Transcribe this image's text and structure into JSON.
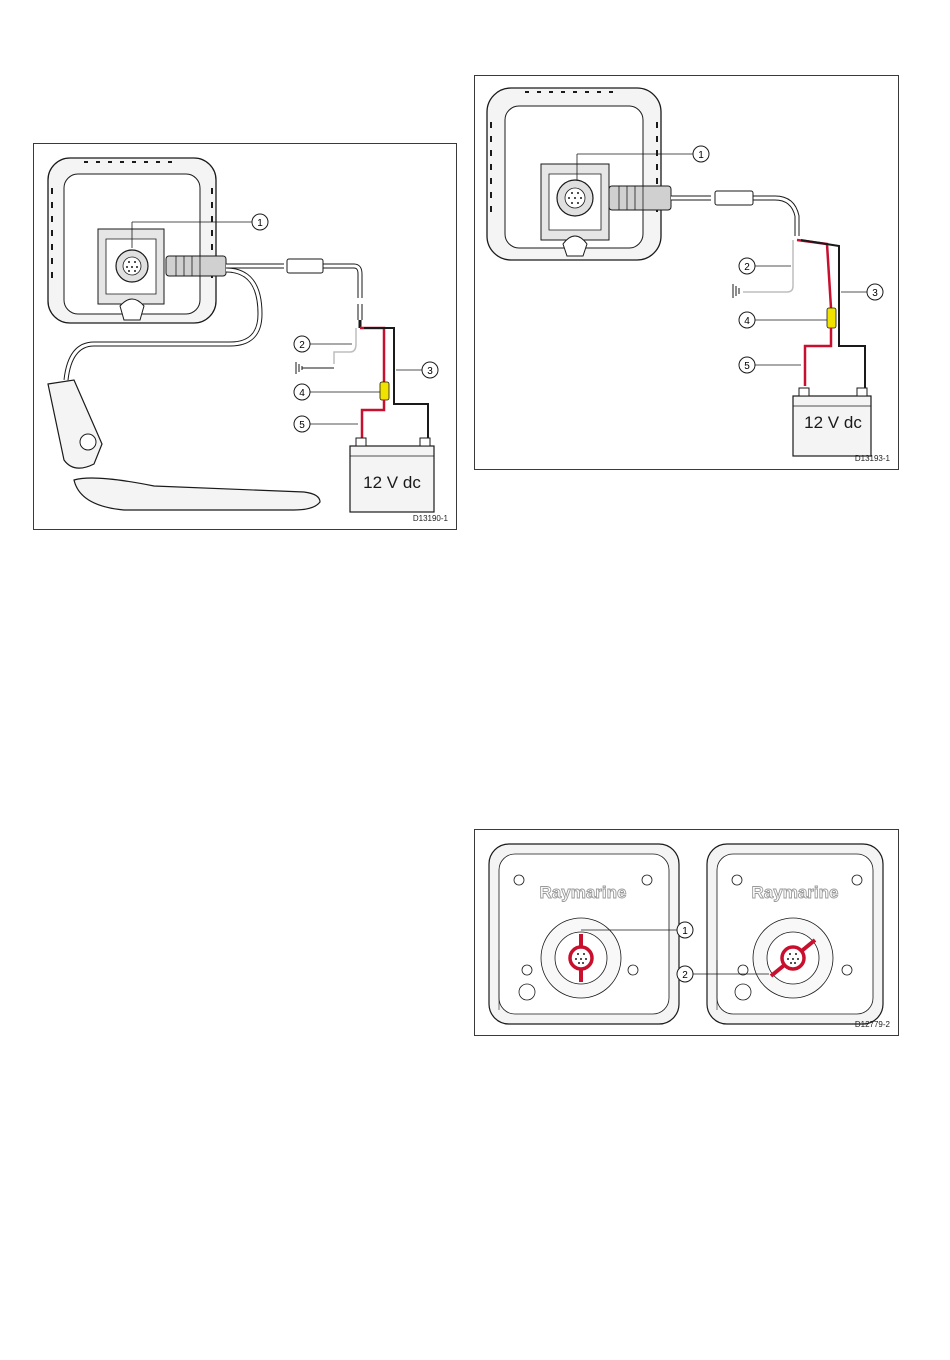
{
  "figures": [
    {
      "id": "D13190-1",
      "battery_label": "12 V dc",
      "callouts": [
        "1",
        "2",
        "3",
        "4",
        "5"
      ]
    },
    {
      "id": "D13193-1",
      "battery_label": "12 V dc",
      "callouts": [
        "1",
        "2",
        "3",
        "4",
        "5"
      ]
    },
    {
      "id": "D12779-2",
      "brand_label": "Raymarine",
      "callouts": [
        "1",
        "2"
      ]
    }
  ],
  "colors": {
    "line": "#1a1a1a",
    "device_fill": "#f4f4f4",
    "device_inner": "#e6e6e6",
    "wire_red": "#c8102e",
    "fuse_yellow": "#f2e200",
    "cable_gray": "#bdbdbd"
  }
}
